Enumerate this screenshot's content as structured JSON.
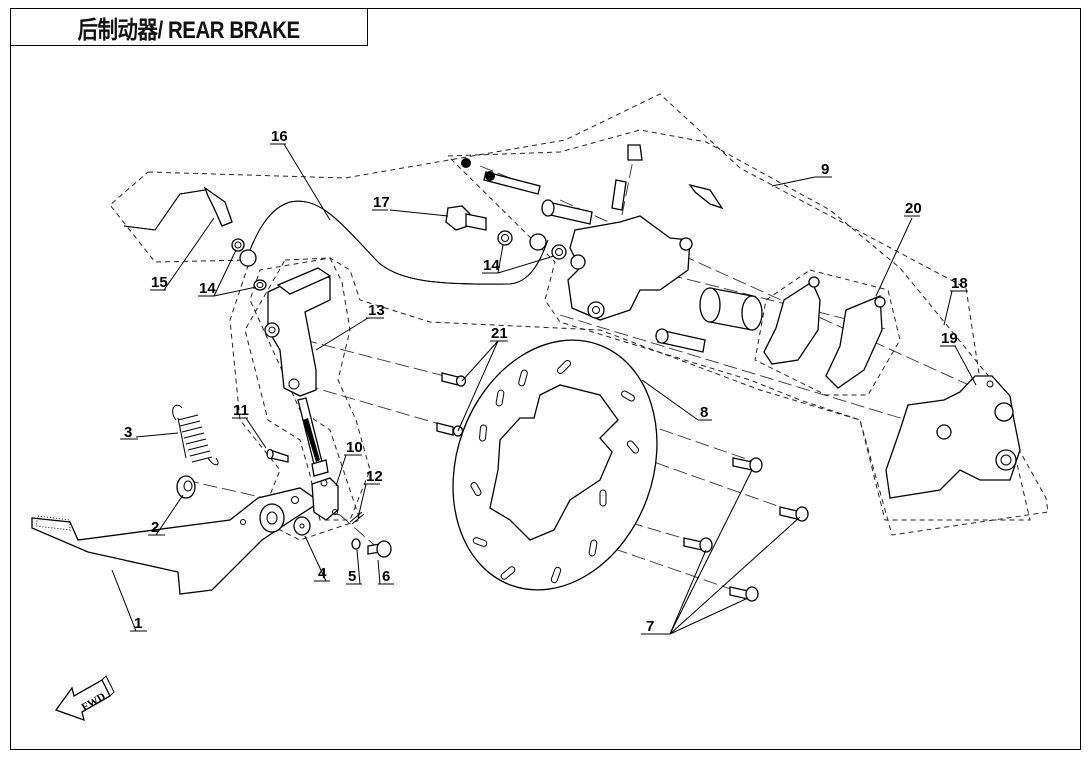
{
  "title": "后制动器/ REAR BRAKE",
  "fwd_label": "FWD",
  "callouts": [
    {
      "id": "1",
      "part": "brake-pedal"
    },
    {
      "id": "2",
      "part": "washer"
    },
    {
      "id": "3",
      "part": "return-spring"
    },
    {
      "id": "4",
      "part": "washer-large"
    },
    {
      "id": "5",
      "part": "washer-small"
    },
    {
      "id": "6",
      "part": "flange-bolt"
    },
    {
      "id": "7",
      "part": "disc-bolts"
    },
    {
      "id": "8",
      "part": "brake-disc"
    },
    {
      "id": "9",
      "part": "caliper-assembly"
    },
    {
      "id": "10",
      "part": "push-rod-clevis"
    },
    {
      "id": "11",
      "part": "clevis-pin"
    },
    {
      "id": "12",
      "part": "cotter-pin"
    },
    {
      "id": "13",
      "part": "master-cylinder"
    },
    {
      "id": "14",
      "part": "sealing-washer"
    },
    {
      "id": "15",
      "part": "brake-line"
    },
    {
      "id": "16",
      "part": "brake-hose"
    },
    {
      "id": "17",
      "part": "banjo-bolt"
    },
    {
      "id": "18",
      "part": "caliper-bracket-assembly"
    },
    {
      "id": "19",
      "part": "caliper-bracket"
    },
    {
      "id": "20",
      "part": "brake-pads"
    },
    {
      "id": "21",
      "part": "master-cylinder-bolts"
    }
  ],
  "labels": {
    "c1": "1",
    "c2": "2",
    "c3": "3",
    "c4": "4",
    "c5": "5",
    "c6": "6",
    "c7": "7",
    "c8": "8",
    "c9": "9",
    "c10": "10",
    "c11": "11",
    "c12": "12",
    "c13": "13",
    "c14a": "14",
    "c14b": "14",
    "c15": "15",
    "c16": "16",
    "c17": "17",
    "c18": "18",
    "c19": "19",
    "c20": "20",
    "c21": "21"
  }
}
